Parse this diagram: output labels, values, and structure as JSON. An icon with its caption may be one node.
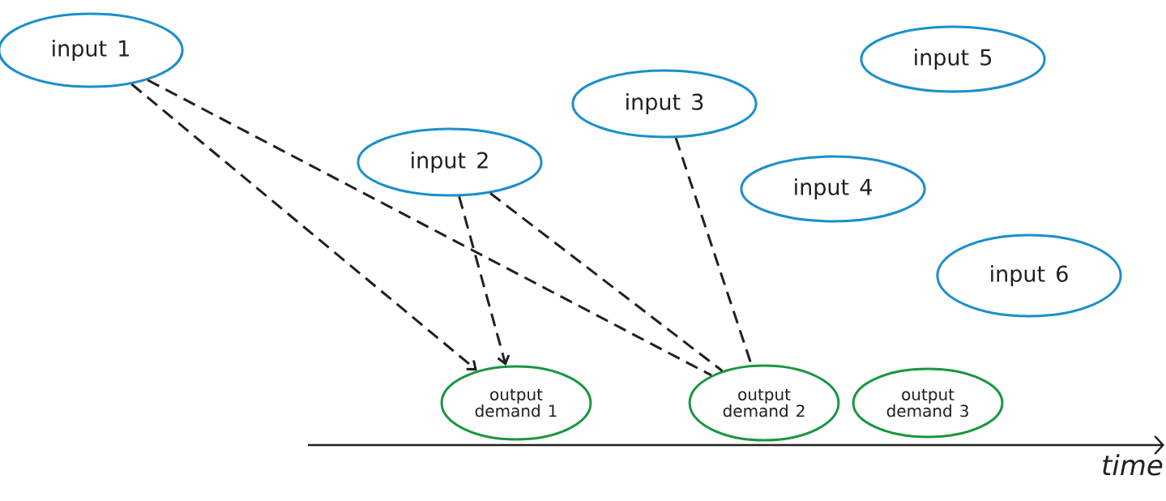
{
  "diagram": {
    "nodes": [
      {
        "text": [
          "input 1"
        ]
      },
      {
        "text": [
          "input 2"
        ]
      },
      {
        "text": [
          "input 3"
        ]
      },
      {
        "text": [
          "input 4"
        ]
      },
      {
        "text": [
          "input 5"
        ]
      },
      {
        "text": [
          "input 6"
        ]
      },
      {
        "text": [
          "output demand 1"
        ]
      },
      {
        "text": [
          "output demand 2"
        ]
      },
      {
        "text": [
          "output demand 3"
        ]
      }
    ],
    "edges": [
      {
        "from": 0,
        "to": 6,
        "arrow": "to",
        "style": "dashed"
      },
      {
        "from": 1,
        "to": 6,
        "arrow": "to",
        "style": "dashed"
      },
      {
        "from": 0,
        "to": 7,
        "arrow": "none",
        "style": "dashed"
      },
      {
        "from": 1,
        "to": 7,
        "arrow": "none",
        "style": "dashed"
      },
      {
        "from": 2,
        "to": 7,
        "arrow": "none",
        "style": "dashed"
      }
    ],
    "labels": [
      "time"
    ]
  }
}
